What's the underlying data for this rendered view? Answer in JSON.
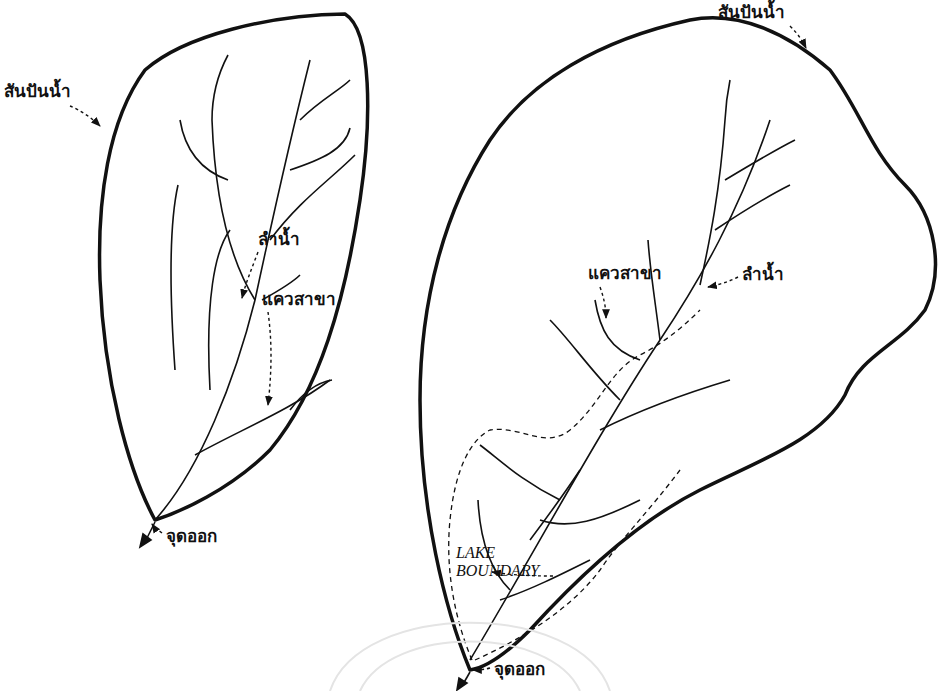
{
  "diagram": {
    "labels": [
      "สันปันน้ำ",
      "ลำน้ำ",
      "แควสาขา",
      "จุดออก",
      "สันปันน้ำ",
      "แควสาขา",
      "ลำน้ำ",
      "LAKE BOUNDARY",
      "จุดออก"
    ]
  }
}
